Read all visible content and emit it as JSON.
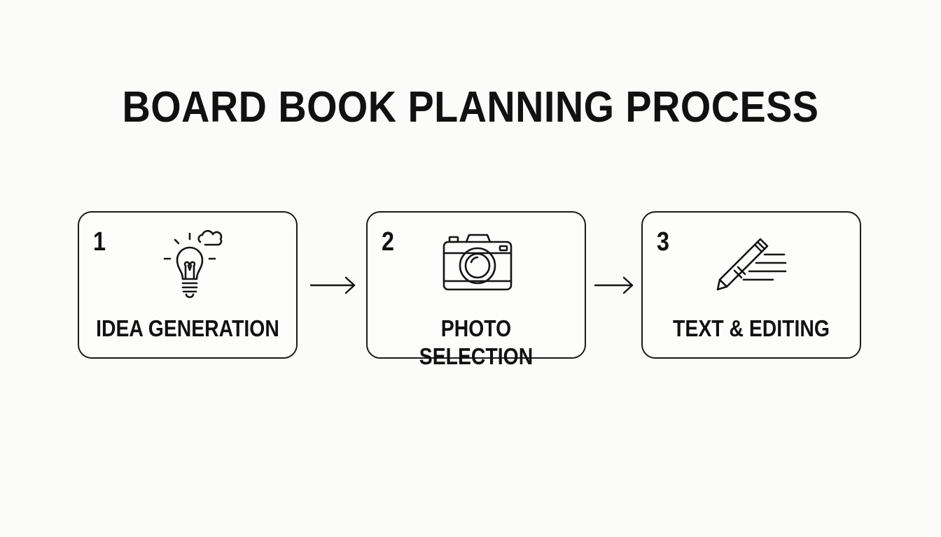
{
  "diagram": {
    "title": "BOARD BOOK PLANNING PROCESS",
    "steps": [
      {
        "number": "1",
        "label": "IDEA GENERATION",
        "icon": "lightbulb-icon"
      },
      {
        "number": "2",
        "label": "PHOTO SELECTION",
        "icon": "camera-icon"
      },
      {
        "number": "3",
        "label": "TEXT & EDITING",
        "icon": "pencil-icon"
      }
    ],
    "connector_icon": "arrow-right-icon",
    "colors": {
      "background": "#fbfbfa",
      "ink": "#141414"
    }
  }
}
